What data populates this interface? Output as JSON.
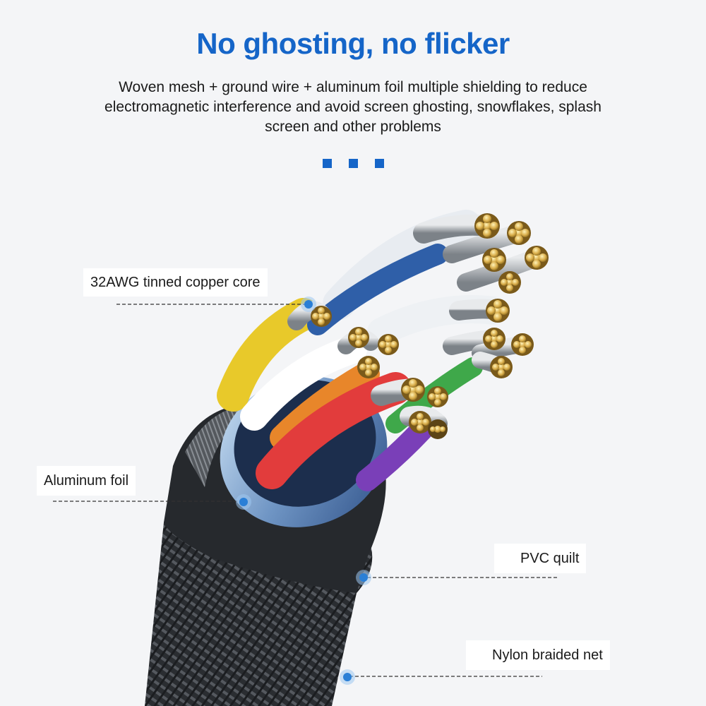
{
  "header": {
    "title": "No ghosting, no flicker",
    "description": "Woven mesh + ground wire + aluminum foil multiple shielding to reduce electromagnetic interference and avoid screen ghosting, snowflakes, splash screen and other problems"
  },
  "accent_color": "#1565c8",
  "callouts": {
    "copper_core": "32AWG tinned copper core",
    "aluminum_foil": "Aluminum foil",
    "pvc_quilt": "PVC quilt",
    "nylon_braided_net": "Nylon braided net"
  },
  "wire_colors": [
    "#f2d531",
    "#ffffff",
    "#e8862a",
    "#e23c3c",
    "#7a3fb8",
    "#3fa84a",
    "#2f5fa8",
    "#9a9a9a"
  ]
}
